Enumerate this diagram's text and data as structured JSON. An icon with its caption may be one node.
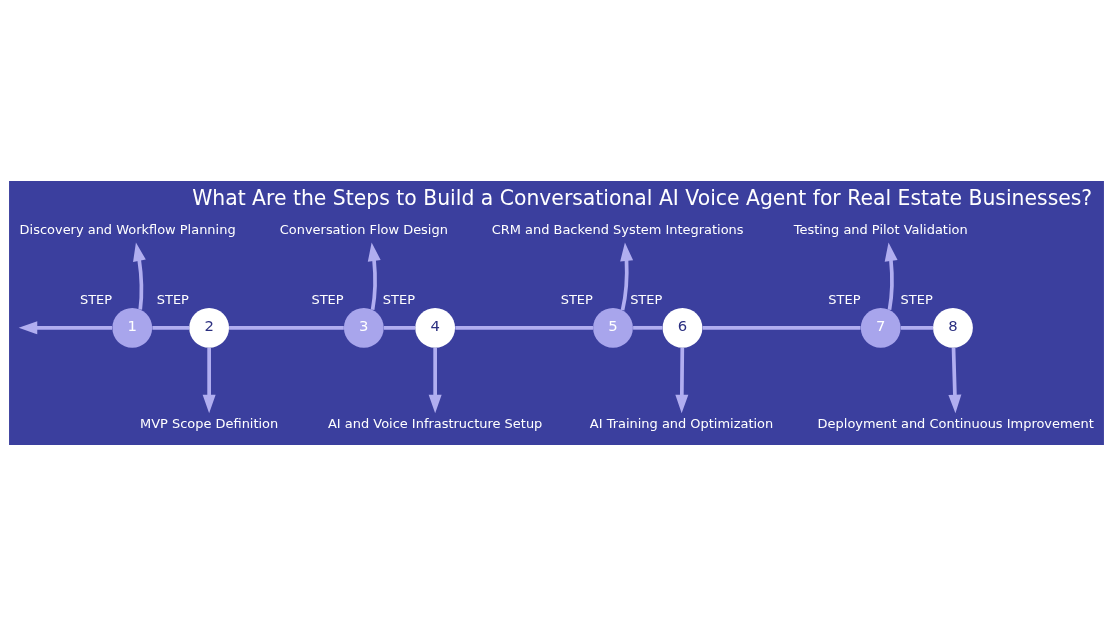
{
  "diagram": {
    "title": "What Are the Steps to Build a Conversational AI Voice Agent for Real Estate Businesses?",
    "nodes": [
      {
        "text": [
          "1"
        ],
        "beside": [
          "STEP"
        ]
      },
      {
        "text": [
          "2"
        ],
        "beside": [
          "STEP"
        ]
      },
      {
        "text": [
          "3"
        ],
        "beside": [
          "STEP"
        ]
      },
      {
        "text": [
          "4"
        ],
        "beside": [
          "STEP"
        ]
      },
      {
        "text": [
          "5"
        ],
        "beside": [
          "STEP"
        ]
      },
      {
        "text": [
          "6"
        ],
        "beside": [
          "STEP"
        ]
      },
      {
        "text": [
          "7"
        ],
        "beside": [
          "STEP"
        ]
      },
      {
        "text": [
          "8"
        ],
        "beside": [
          "STEP"
        ]
      },
      {
        "text": [
          "Discovery and Workflow Planning"
        ]
      },
      {
        "text": [
          "MVP Scope Definition"
        ]
      },
      {
        "text": [
          "Conversation Flow Design"
        ]
      },
      {
        "text": [
          "AI and Voice Infrastructure Setup"
        ]
      },
      {
        "text": [
          "CRM and Backend System Integrations"
        ]
      },
      {
        "text": [
          "AI Training and Optimization"
        ]
      },
      {
        "text": [
          "Testing and Pilot Validation"
        ]
      },
      {
        "text": [
          "Deployment and Continuous Improvement"
        ]
      }
    ],
    "edges": [
      {
        "from": 0,
        "to": null,
        "arrow": "to"
      },
      {
        "from": 0,
        "to": 1,
        "arrow": "none"
      },
      {
        "from": 1,
        "to": 2,
        "arrow": "none"
      },
      {
        "from": 2,
        "to": 3,
        "arrow": "none"
      },
      {
        "from": 3,
        "to": 4,
        "arrow": "none"
      },
      {
        "from": 4,
        "to": 5,
        "arrow": "none"
      },
      {
        "from": 5,
        "to": 6,
        "arrow": "none"
      },
      {
        "from": 6,
        "to": 7,
        "arrow": "none"
      },
      {
        "from": 0,
        "to": 8,
        "arrow": "to"
      },
      {
        "from": 1,
        "to": 9,
        "arrow": "to"
      },
      {
        "from": 2,
        "to": 10,
        "arrow": "to"
      },
      {
        "from": 3,
        "to": 11,
        "arrow": "to"
      },
      {
        "from": 4,
        "to": 12,
        "arrow": "to"
      },
      {
        "from": 5,
        "to": 13,
        "arrow": "to"
      },
      {
        "from": 6,
        "to": 14,
        "arrow": "to"
      },
      {
        "from": 7,
        "to": 15,
        "arrow": "to"
      }
    ]
  }
}
